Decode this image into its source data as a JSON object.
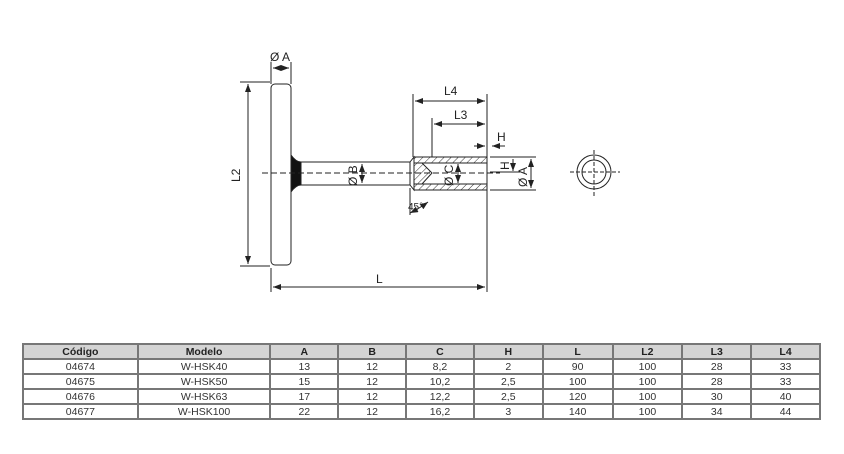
{
  "drawing": {
    "labels": {
      "dia_a_top": "Ø A",
      "l2": "L2",
      "l4": "L4",
      "l3": "L3",
      "h_top": "H",
      "dia_b": "Ø B",
      "dia_c": "Ø C",
      "h_side": "H",
      "dia_a_side": "Ø A",
      "angle": "45°",
      "l": "L"
    }
  },
  "table": {
    "headers": [
      "Código",
      "Modelo",
      "A",
      "B",
      "C",
      "H",
      "L",
      "L2",
      "L3",
      "L4"
    ],
    "rows": [
      [
        "04674",
        "W-HSK40",
        "13",
        "12",
        "8,2",
        "2",
        "90",
        "100",
        "28",
        "33"
      ],
      [
        "04675",
        "W-HSK50",
        "15",
        "12",
        "10,2",
        "2,5",
        "100",
        "100",
        "28",
        "33"
      ],
      [
        "04676",
        "W-HSK63",
        "17",
        "12",
        "12,2",
        "2,5",
        "120",
        "100",
        "30",
        "40"
      ],
      [
        "04677",
        "W-HSK100",
        "22",
        "12",
        "16,2",
        "3",
        "140",
        "100",
        "34",
        "44"
      ]
    ]
  }
}
